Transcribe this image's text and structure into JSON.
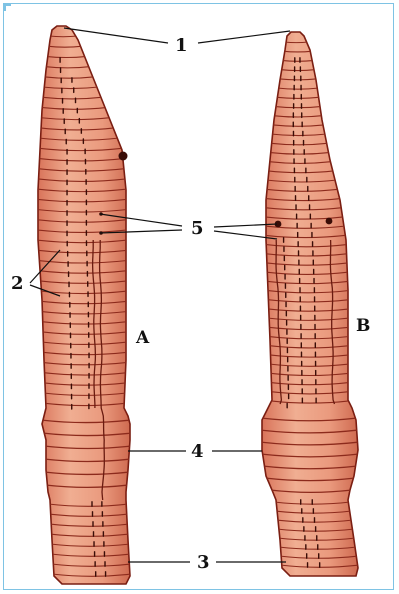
{
  "colors": {
    "worm_fill": "#e8977a",
    "worm_light": "#f3b9a0",
    "segment_line": "#8c2a1c",
    "outline": "#7a1e12",
    "frame_border": "#7ec3e4"
  },
  "labels": {
    "l1": "1",
    "l2": "2",
    "l3": "3",
    "l4": "4",
    "l5": "5",
    "worm_a": "A",
    "worm_b": "B"
  }
}
